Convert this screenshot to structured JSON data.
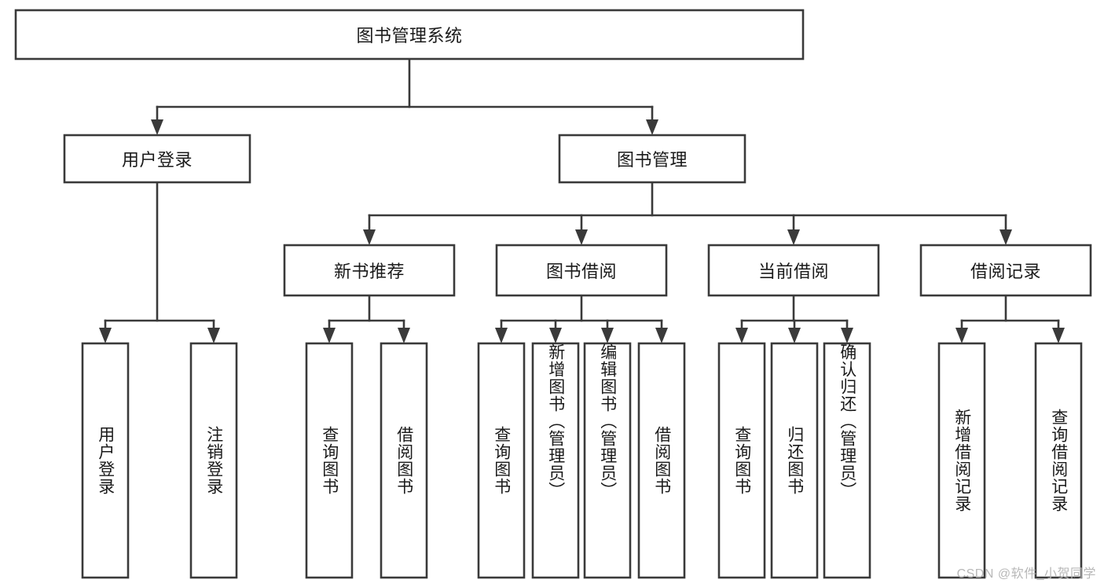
{
  "diagram": {
    "type": "tree",
    "title": "图书管理系统",
    "watermark": "CSDN @软件_小贺同学",
    "colors": {
      "background": "#ffffff",
      "stroke": "#3a3a3a",
      "text": "#1a1a1a",
      "watermark": "#b8b8b8"
    },
    "root": {
      "label": "图书管理系统",
      "orientation": "horizontal"
    },
    "level2": [
      {
        "label": "用户登录",
        "orientation": "horizontal"
      },
      {
        "label": "图书管理",
        "orientation": "horizontal"
      }
    ],
    "level3": [
      {
        "label": "新书推荐",
        "orientation": "horizontal"
      },
      {
        "label": "图书借阅",
        "orientation": "horizontal"
      },
      {
        "label": "当前借阅",
        "orientation": "horizontal"
      },
      {
        "label": "借阅记录",
        "orientation": "horizontal"
      }
    ],
    "leaves": {
      "user_login": [
        {
          "label": "用户登录",
          "orientation": "vertical"
        },
        {
          "label": "注销登录",
          "orientation": "vertical"
        }
      ],
      "new_book_recommend": [
        {
          "label": "查询图书",
          "orientation": "vertical"
        },
        {
          "label": "借阅图书",
          "orientation": "vertical"
        }
      ],
      "book_borrow": [
        {
          "label": "查询图书",
          "orientation": "vertical"
        },
        {
          "label": "新增图书（管理员）",
          "orientation": "vertical"
        },
        {
          "label": "编辑图书（管理员）",
          "orientation": "vertical"
        },
        {
          "label": "借阅图书",
          "orientation": "vertical"
        }
      ],
      "current_borrow": [
        {
          "label": "查询图书",
          "orientation": "vertical"
        },
        {
          "label": "归还图书",
          "orientation": "vertical"
        },
        {
          "label": "确认归还（管理员）",
          "orientation": "vertical"
        }
      ],
      "borrow_record": [
        {
          "label": "新增借阅记录",
          "orientation": "vertical"
        },
        {
          "label": "查询借阅记录",
          "orientation": "vertical"
        }
      ]
    }
  }
}
